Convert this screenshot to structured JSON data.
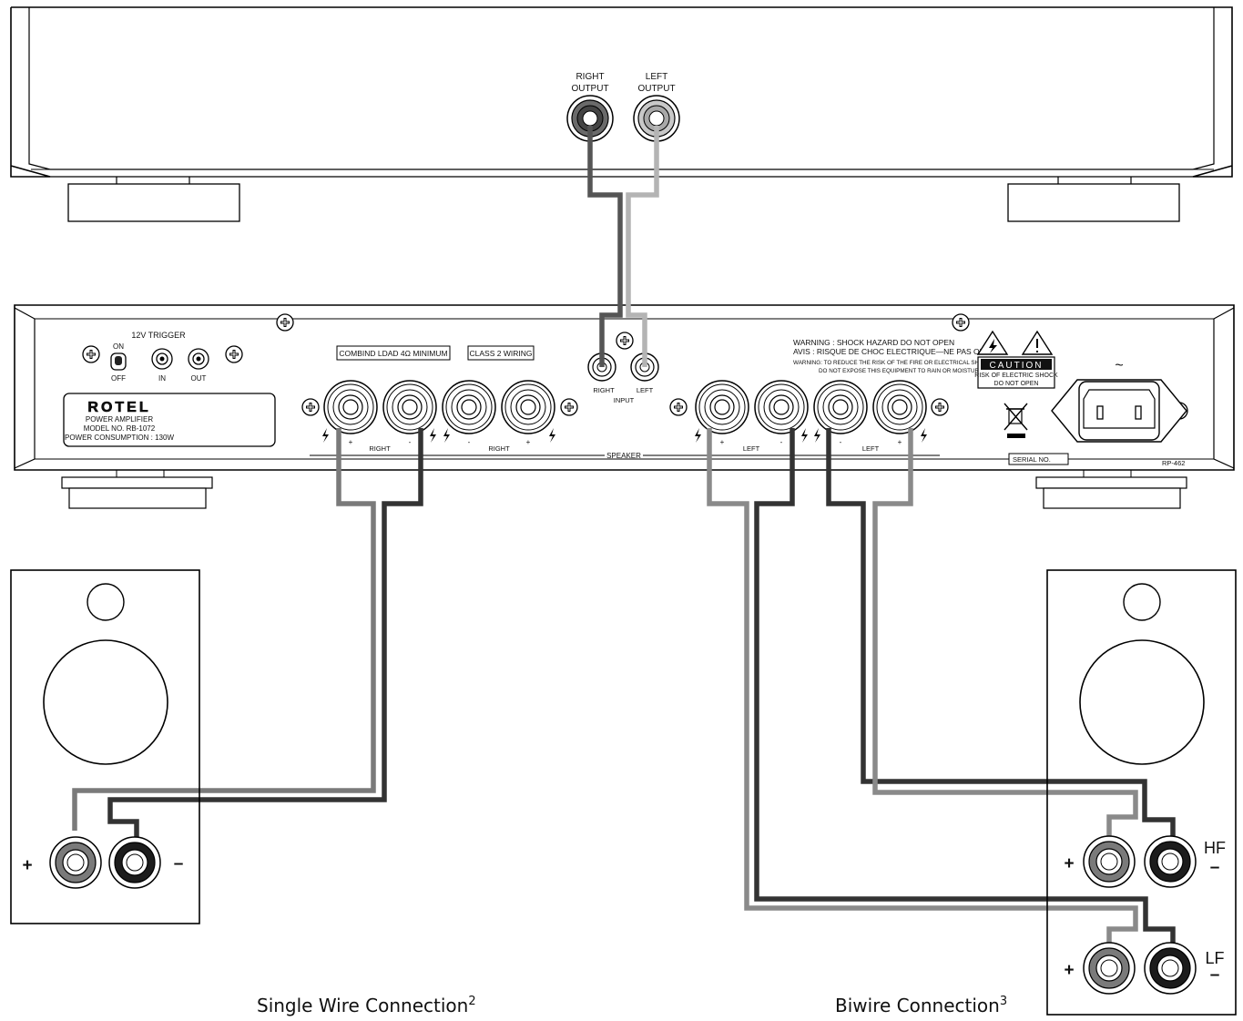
{
  "source": {
    "right_output_label": [
      "RIGHT",
      "OUTPUT"
    ],
    "left_output_label": [
      "LEFT",
      "OUTPUT"
    ]
  },
  "amp": {
    "trigger": {
      "title": "12V TRIGGER",
      "on": "ON",
      "off": "OFF",
      "in": "IN",
      "out": "OUT"
    },
    "logo": "ROTEL",
    "info_lines": [
      "POWER AMPLIFIER",
      "MODEL NO. RB-1072",
      "POWER CONSUMPTION : 130W"
    ],
    "combined_load_label": "COMBIND LDAD 4Ω MINIMUM",
    "class2_label": "CLASS 2 WIRING",
    "input": {
      "right": "RIGHT",
      "left": "LEFT",
      "title": "INPUT"
    },
    "warnings": [
      "WARNING : SHOCK HAZARD DO NOT OPEN",
      "AVIS : RISQUE DE CHOC ELECTRIQUE—NE PAS OUVRIR",
      "WARNING: TO REDUCE THE RISK OF THE FIRE OR ELECTRICAL SHOCK,",
      "DO NOT EXPOSE THIS EQUIPMENT TO RAIN OR MOISTURE."
    ],
    "caution": {
      "title": "CAUTION",
      "line1": "RISK OF ELECTRIC SHOCK",
      "line2": "DO NOT OPEN"
    },
    "ac_symbol": "~",
    "serial": "SERIAL NO.",
    "rp": "RP-462",
    "speaker_label": "SPEAKER",
    "terminals": {
      "plus": "+",
      "minus": "-",
      "right": "RIGHT",
      "left": "LEFT"
    }
  },
  "speakers": {
    "plus": "+",
    "minus": "–",
    "hf": "HF",
    "lf": "LF"
  },
  "captions": {
    "single": "Single Wire Connection",
    "single_sup": "2",
    "biwire": "Biwire Connection",
    "biwire_sup": "3"
  },
  "colors": {
    "dark_wire": "#3a3a3a",
    "mid_wire": "#7a7a7a",
    "light_wire": "#b4b4b4"
  }
}
